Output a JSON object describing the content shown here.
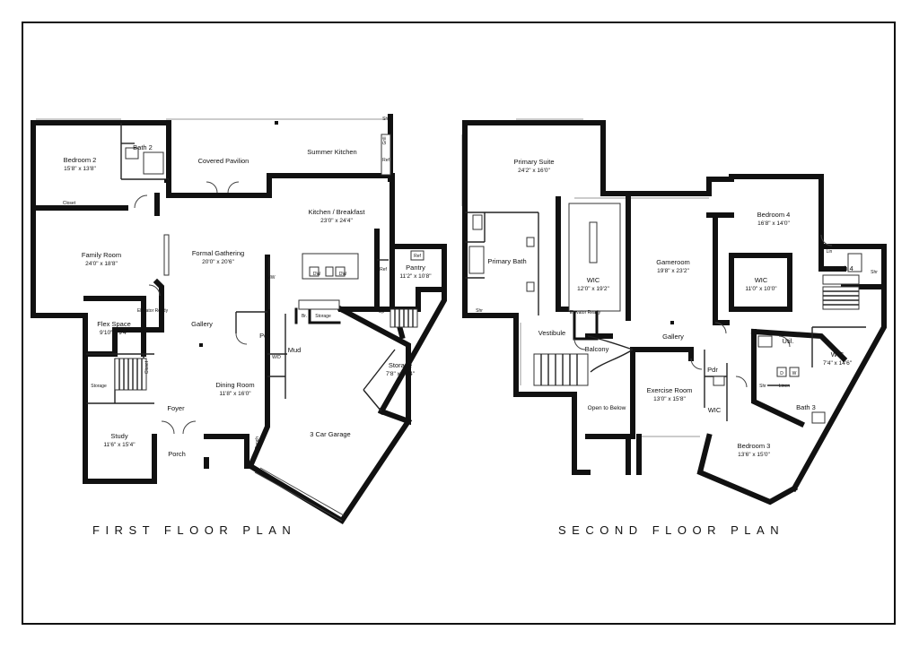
{
  "plans": [
    {
      "title": "FIRST FLOOR PLAN",
      "rooms": [
        {
          "name": "Bedroom 2",
          "dims": "15'8\" x 13'8\""
        },
        {
          "name": "Bath 2",
          "dims": ""
        },
        {
          "name": "Covered Pavilion",
          "dims": ""
        },
        {
          "name": "Summer Kitchen",
          "dims": ""
        },
        {
          "name": "Closet",
          "dims": ""
        },
        {
          "name": "Kitchen / Breakfast",
          "dims": "23'0\" x 24'4\""
        },
        {
          "name": "Family Room",
          "dims": "24'0\" x 18'8\""
        },
        {
          "name": "Formal Gathering",
          "dims": "20'0\" x 20'6\""
        },
        {
          "name": "Pantry",
          "dims": "11'2\" x 10'8\""
        },
        {
          "name": "Flex Space",
          "dims": "9'10\" x 9'4\""
        },
        {
          "name": "Elevator Ready",
          "dims": ""
        },
        {
          "name": "Gallery",
          "dims": ""
        },
        {
          "name": "Pdr",
          "dims": ""
        },
        {
          "name": "Mud",
          "dims": ""
        },
        {
          "name": "Storage",
          "dims": ""
        },
        {
          "name": "Storage",
          "dims": "7'8\" x 15'4\""
        },
        {
          "name": "Storage",
          "dims": ""
        },
        {
          "name": "Closet",
          "dims": ""
        },
        {
          "name": "Dining Room",
          "dims": "11'8\" x 16'0\""
        },
        {
          "name": "Foyer",
          "dims": ""
        },
        {
          "name": "Study",
          "dims": "11'6\" x 15'4\""
        },
        {
          "name": "Porch",
          "dims": ""
        },
        {
          "name": "3 Car Garage",
          "dims": ""
        },
        {
          "name": "Bench",
          "dims": ""
        }
      ],
      "fixtures": [
        "Shr",
        "Grill",
        "Ref",
        "Ref",
        "Ref",
        "MW",
        "DW",
        "DW",
        "Br.",
        "Up",
        "W/D"
      ]
    },
    {
      "title": "SECOND FLOOR PLAN",
      "rooms": [
        {
          "name": "Primary Suite",
          "dims": "24'2\" x 16'0\""
        },
        {
          "name": "Primary Bath",
          "dims": ""
        },
        {
          "name": "WIC",
          "dims": "12'0\" x 19'2\""
        },
        {
          "name": "Gameroom",
          "dims": "19'8\" x 23'2\""
        },
        {
          "name": "Bedroom 4",
          "dims": "16'8\" x 14'0\""
        },
        {
          "name": "Bath 4",
          "dims": ""
        },
        {
          "name": "WIC",
          "dims": "11'0\" x 10'0\""
        },
        {
          "name": "Elevator Ready",
          "dims": ""
        },
        {
          "name": "Vestibule",
          "dims": ""
        },
        {
          "name": "Balcony",
          "dims": ""
        },
        {
          "name": "Gallery",
          "dims": ""
        },
        {
          "name": "Util.",
          "dims": ""
        },
        {
          "name": "WIC",
          "dims": "7'4\" x 14'6\""
        },
        {
          "name": "Pdr",
          "dims": ""
        },
        {
          "name": "Exercise Room",
          "dims": "13'0\" x 15'8\""
        },
        {
          "name": "Open to Below",
          "dims": ""
        },
        {
          "name": "WIC",
          "dims": ""
        },
        {
          "name": "Bath 3",
          "dims": ""
        },
        {
          "name": "Bedroom 3",
          "dims": "13'6\" x 15'0\""
        }
      ],
      "fixtures": [
        "Shr",
        "Shr",
        "Shr",
        "Lin",
        "Linen",
        "D",
        "W"
      ]
    }
  ]
}
